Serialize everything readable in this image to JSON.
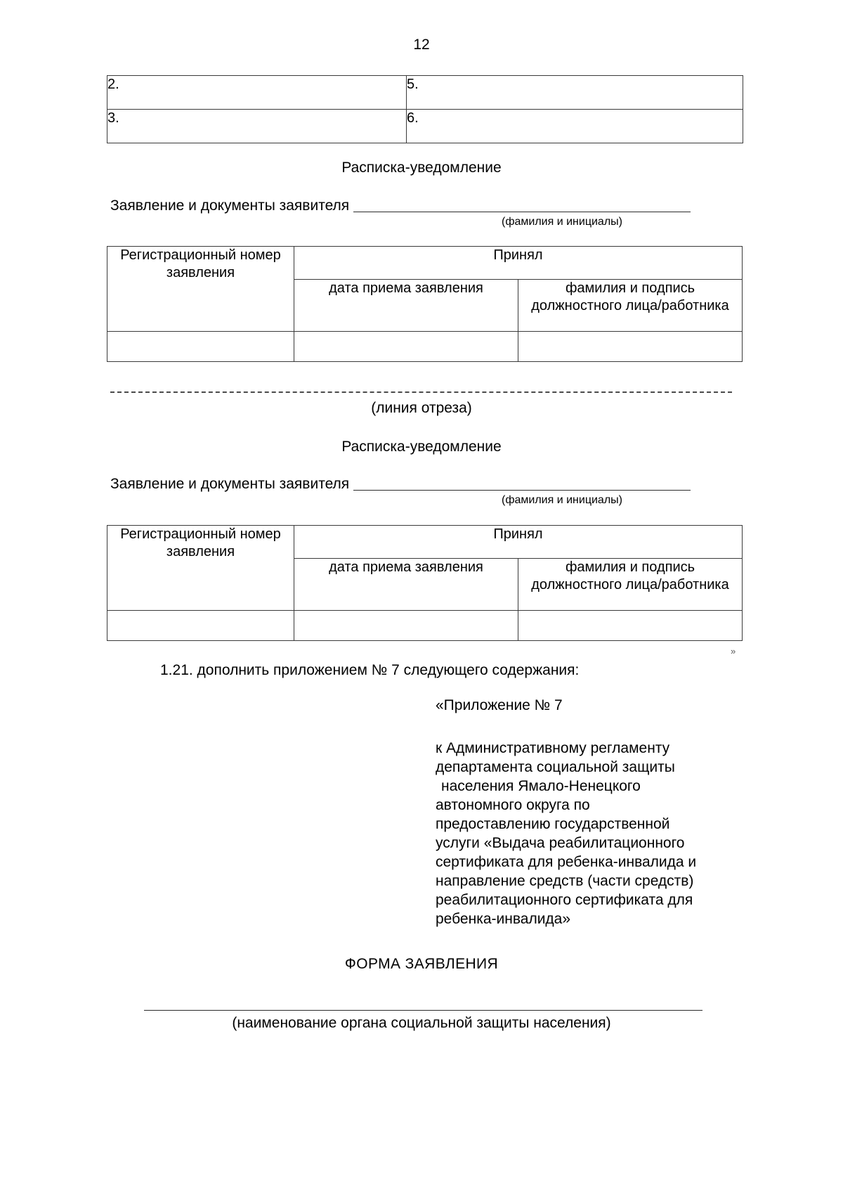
{
  "document": {
    "page_number": "12"
  },
  "top_table": {
    "rows": [
      {
        "left": "2.",
        "right": "5."
      },
      {
        "left": "3.",
        "right": "6."
      }
    ]
  },
  "receipt_first": {
    "title": "Расписка-уведомление",
    "applicant_label": "Заявление и документы заявителя",
    "applicant_hint": "(фамилия и инициалы)",
    "table": {
      "reg_number_header": "Регистрационный номер заявления",
      "accepted_header": "Принял",
      "date_header": "дата приема заявления",
      "signature_header": "фамилия и подпись должностного лица/работника",
      "blank_cells": [
        "",
        "",
        ""
      ]
    }
  },
  "cut_section": {
    "caption": "(линия отреза)"
  },
  "receipt_second": {
    "title": "Расписка-уведомление",
    "applicant_label": "Заявление и документы заявителя",
    "applicant_hint": "(фамилия и инициалы)",
    "table": {
      "reg_number_header": "Регистрационный номер заявления",
      "accepted_header": "Принял",
      "date_header": "дата приема заявления",
      "signature_header": "фамилия и подпись должностного лица/работника",
      "blank_cells": [
        "",
        "",
        ""
      ]
    }
  },
  "clause": {
    "text": "1.21. дополнить приложением № 7 следующего содержания:",
    "closing_quote": "»"
  },
  "appendix": {
    "title": "«Приложение № 7",
    "lines": [
      "к Административному регламенту",
      "департамента социальной защиты",
      " населения Ямало-Ненецкого",
      "автономного округа по",
      "предоставлению государственной",
      "услуги «Выдача реабилитационного",
      "сертификата для ребенка-инвалида и",
      "направление средств (части средств)",
      "реабилитационного сертификата для",
      "ребенка-инвалида»"
    ]
  },
  "form": {
    "heading": "ФОРМА ЗАЯВЛЕНИЯ",
    "org_caption": "(наименование органа социальной защиты населения)"
  }
}
